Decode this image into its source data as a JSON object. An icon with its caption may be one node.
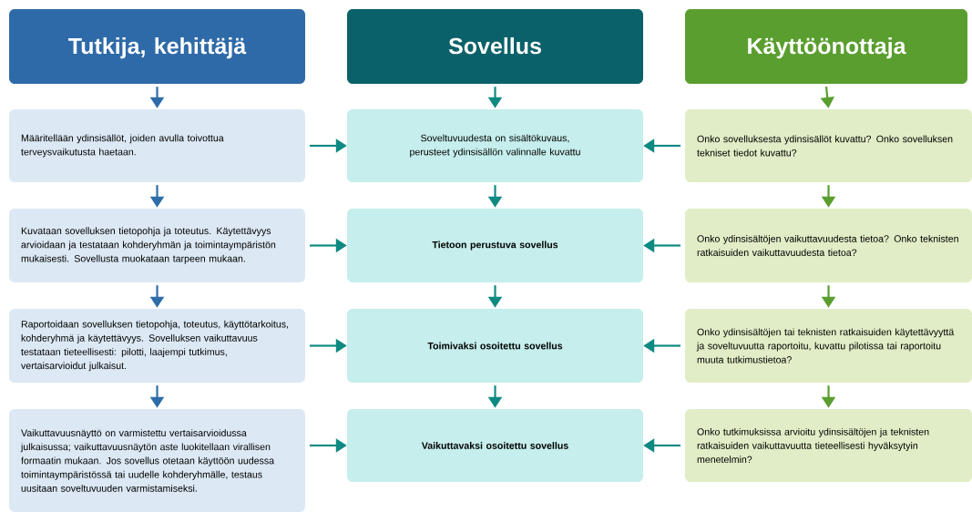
{
  "diagram": {
    "nodes": [
      {
        "text": [
          "Tutkija, kehittäjä"
        ]
      },
      {
        "text": [
          "Sovellus"
        ]
      },
      {
        "text": [
          "Käyttöönottaja"
        ]
      },
      {
        "text": [
          "Määritellään ydinsisällöt, joiden avulla toivottua terveysvaikutusta haetaan."
        ]
      },
      {
        "text": [
          "Kuvataan sovelluksen tietopohja ja toteutus. Käytettävyys arvioidaan ja testataan kohderyhmän ja toimintaympäristön mukaisesti. Sovellusta muokataan tarpeen mukaan."
        ]
      },
      {
        "text": [
          "Raportoidaan sovelluksen tietopohja, toteutus, käyttötarkoitus, kohderyhmä ja käytettävyys. Sovelluksen vaikuttavuus testataan tieteellisesti: pilotti, laajempi tutkimus, vertaisarvioidut julkaisut."
        ]
      },
      {
        "text": [
          "Vaikuttavuusnäyttö on varmistettu vertaisarvioidussa julkaisussa; vaikuttavuusnäytön aste luokitellaan virallisen formaatin mukaan. Jos sovellus otetaan käyttöön uudessa toimintaympäristössä tai uudelle kohderyhmälle, testaus uusitaan soveltuvuuden varmistamiseksi."
        ]
      },
      {
        "text": [
          "Soveltuvuudesta on sisältökuvaus, perusteet ydinsisällön valinnalle kuvattu"
        ]
      },
      {
        "text": [
          "Tietoon perustuva sovellus"
        ]
      },
      {
        "text": [
          "Toimivaksi osoitettu sovellus"
        ]
      },
      {
        "text": [
          "Vaikuttavaksi osoitettu sovellus"
        ]
      },
      {
        "text": [
          "Onko sovelluksesta ydinsisällöt kuvattu? Onko sovelluksen tekniset tiedot kuvattu?"
        ]
      },
      {
        "text": [
          "Onko ydinsisältöjen vaikuttavuudesta tietoa? Onko teknisten ratkaisuiden vaikuttavuudesta tietoa?"
        ]
      },
      {
        "text": [
          "Onko ydinsisältöjen tai teknisten ratkaisuiden käytettävyyttä ja soveltuvuutta raportoitu, kuvattu pilotissa tai raportoitu muuta tutkimustietoa?"
        ]
      },
      {
        "text": [
          "Onko tutkimuksissa arvioitu ydinsisältöjen ja teknisten ratkaisuiden vaikuttavuutta tieteellisesti hyväksytyin menetelmin?"
        ]
      }
    ],
    "edges": [
      {
        "from": 0,
        "to": 3,
        "arrow": "to",
        "color": "#2e6da8"
      },
      {
        "from": 3,
        "to": 4,
        "arrow": "to",
        "color": "#2e6da8"
      },
      {
        "from": 4,
        "to": 5,
        "arrow": "to",
        "color": "#2e6da8"
      },
      {
        "from": 5,
        "to": 6,
        "arrow": "to",
        "color": "#2e6da8"
      },
      {
        "from": 1,
        "to": 7,
        "arrow": "to"
      },
      {
        "from": 7,
        "to": 8,
        "arrow": "to"
      },
      {
        "from": 8,
        "to": 9,
        "arrow": "to"
      },
      {
        "from": 9,
        "to": 10,
        "arrow": "to"
      },
      {
        "from": 2,
        "to": 11,
        "arrow": "to",
        "color": "#5a9e2f"
      },
      {
        "from": 11,
        "to": 12,
        "arrow": "to",
        "color": "#5a9e2f"
      },
      {
        "from": 12,
        "to": 13,
        "arrow": "to",
        "color": "#5a9e2f"
      },
      {
        "from": 13,
        "to": 14,
        "arrow": "to",
        "color": "#5a9e2f"
      },
      {
        "from": 3,
        "to": 7,
        "arrow": "to"
      },
      {
        "from": 4,
        "to": 8,
        "arrow": "to"
      },
      {
        "from": 5,
        "to": 9,
        "arrow": "to"
      },
      {
        "from": 6,
        "to": 10,
        "arrow": "to"
      },
      {
        "from": 11,
        "to": 7,
        "arrow": "to"
      },
      {
        "from": 12,
        "to": 8,
        "arrow": "to"
      },
      {
        "from": 13,
        "to": 9,
        "arrow": "to"
      },
      {
        "from": 14,
        "to": 10,
        "arrow": "to"
      }
    ]
  }
}
